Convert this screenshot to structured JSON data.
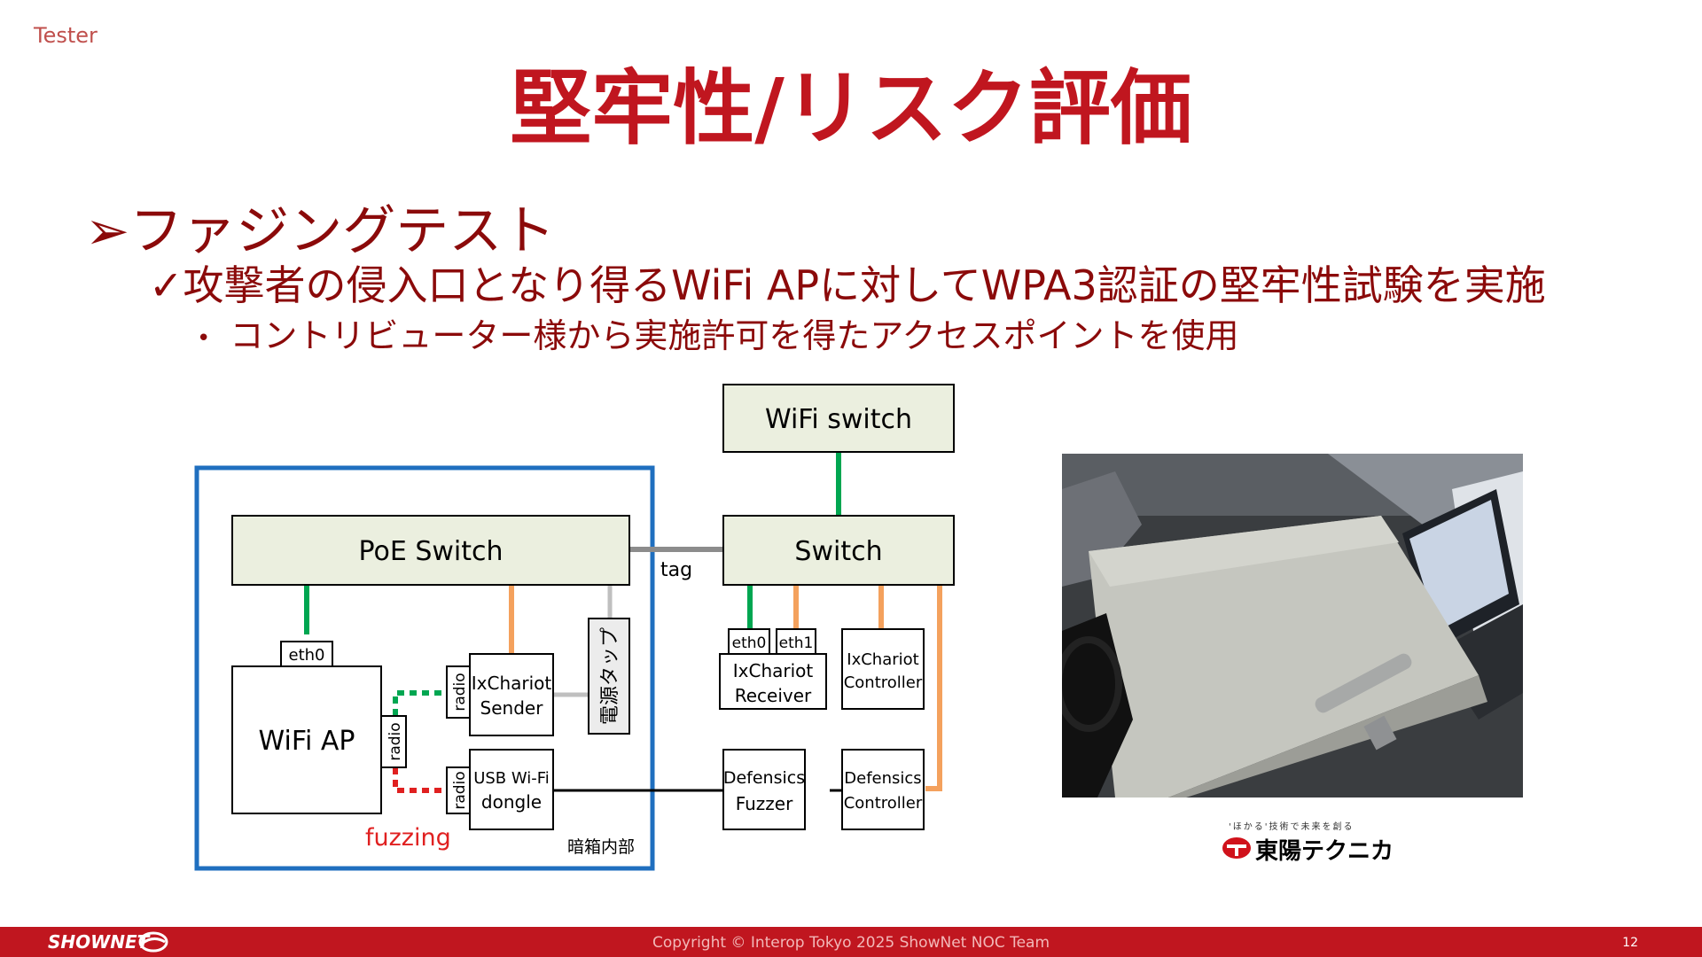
{
  "header": {
    "tester": "Tester",
    "title": "堅牢性/リスク評価"
  },
  "bullets": {
    "level1_marker": "➢",
    "level1": "ファジングテスト",
    "level2_marker": "✓",
    "level2": "攻撃者の侵入口となり得るWiFi APに対してWPA3認証の堅牢性試験を実施",
    "level3_marker": "•",
    "level3": "コントリビューター様から実施許可を得たアクセスポイントを使用"
  },
  "diagram": {
    "wifi_switch": "WiFi switch",
    "poe_switch": "PoE Switch",
    "switch": "Switch",
    "tag": "tag",
    "eth0_ap": "eth0",
    "wifi_ap": "WiFi AP",
    "radio_ap": "radio",
    "radio_sender": "radio",
    "radio_dongle": "radio",
    "sender_line1": "IxChariot",
    "sender_line2": "Sender",
    "dongle_line1": "USB Wi-Fi",
    "dongle_line2": "dongle",
    "power_tap": "電源タップ",
    "fuzzing": "fuzzing",
    "darkbox": "暗箱内部",
    "eth0_recv": "eth0",
    "eth1_recv": "eth1",
    "receiver_line1": "IxChariot",
    "receiver_line2": "Receiver",
    "controller_line1": "IxChariot",
    "controller_line2": "Controller",
    "fuzzer_line1": "Defensics",
    "fuzzer_line2": "Fuzzer",
    "dcontroller_line1": "Defensics",
    "dcontroller_line2": "Controller"
  },
  "logo": {
    "tagline": "'ほかる'技術で未来を創る",
    "company": "東陽テクニカ"
  },
  "footer": {
    "brand": "SHOWNET",
    "copyright": "Copyright © Interop Tokyo 2025 ShowNet NOC Team",
    "page_number": "12"
  },
  "colors": {
    "title_red": "#c0161f",
    "text_darkred": "#8b0a0a",
    "box_fill": "#ebefdf",
    "green_link": "#00a651",
    "orange_link": "#f4a15d",
    "gray_link": "#8c8c8c",
    "blue_frame": "#1f6fbf",
    "fuzz_red": "#e02020"
  }
}
